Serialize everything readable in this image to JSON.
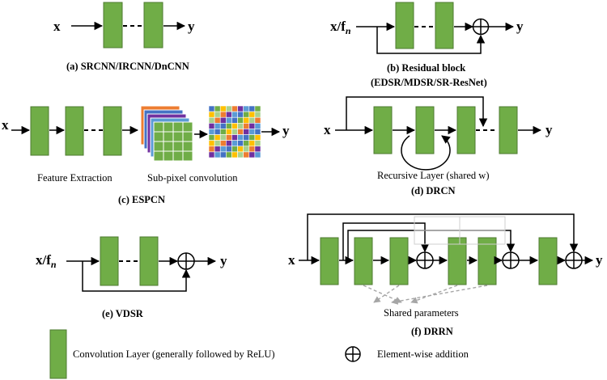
{
  "panels": {
    "a": {
      "caption": "(a) SRCNN/IRCNN/DnCNN",
      "input": "x",
      "output": "y"
    },
    "b": {
      "caption": "(b) Residual block",
      "caption2": "(EDSR/MDSR/SR-ResNet)",
      "input_main": "x/f",
      "input_sub": "n",
      "output": "y"
    },
    "c": {
      "caption": "(c) ESPCN",
      "input": "x",
      "output": "y",
      "label_left": "Feature Extraction",
      "label_right": "Sub-pixel convolution"
    },
    "d": {
      "caption": "(d) DRCN",
      "input": "x",
      "output": "y",
      "label": "Recursive Layer (shared w)"
    },
    "e": {
      "caption": "(e) VDSR",
      "input_main": "x/f",
      "input_sub": "n",
      "output": "y"
    },
    "f": {
      "caption": "(f) DRRN",
      "input": "x",
      "output": "y",
      "label": "Shared parameters"
    }
  },
  "legend": {
    "conv_label": "Convolution Layer (generally followed by ReLU)",
    "add_label": "Element-wise addition"
  },
  "colors": {
    "conv_block": "#70ad47",
    "grid_palette": [
      "#4472c4",
      "#ed7d31",
      "#70ad47",
      "#7030a0",
      "#ffc000",
      "#5b9bd5",
      "#a9d18e"
    ]
  }
}
